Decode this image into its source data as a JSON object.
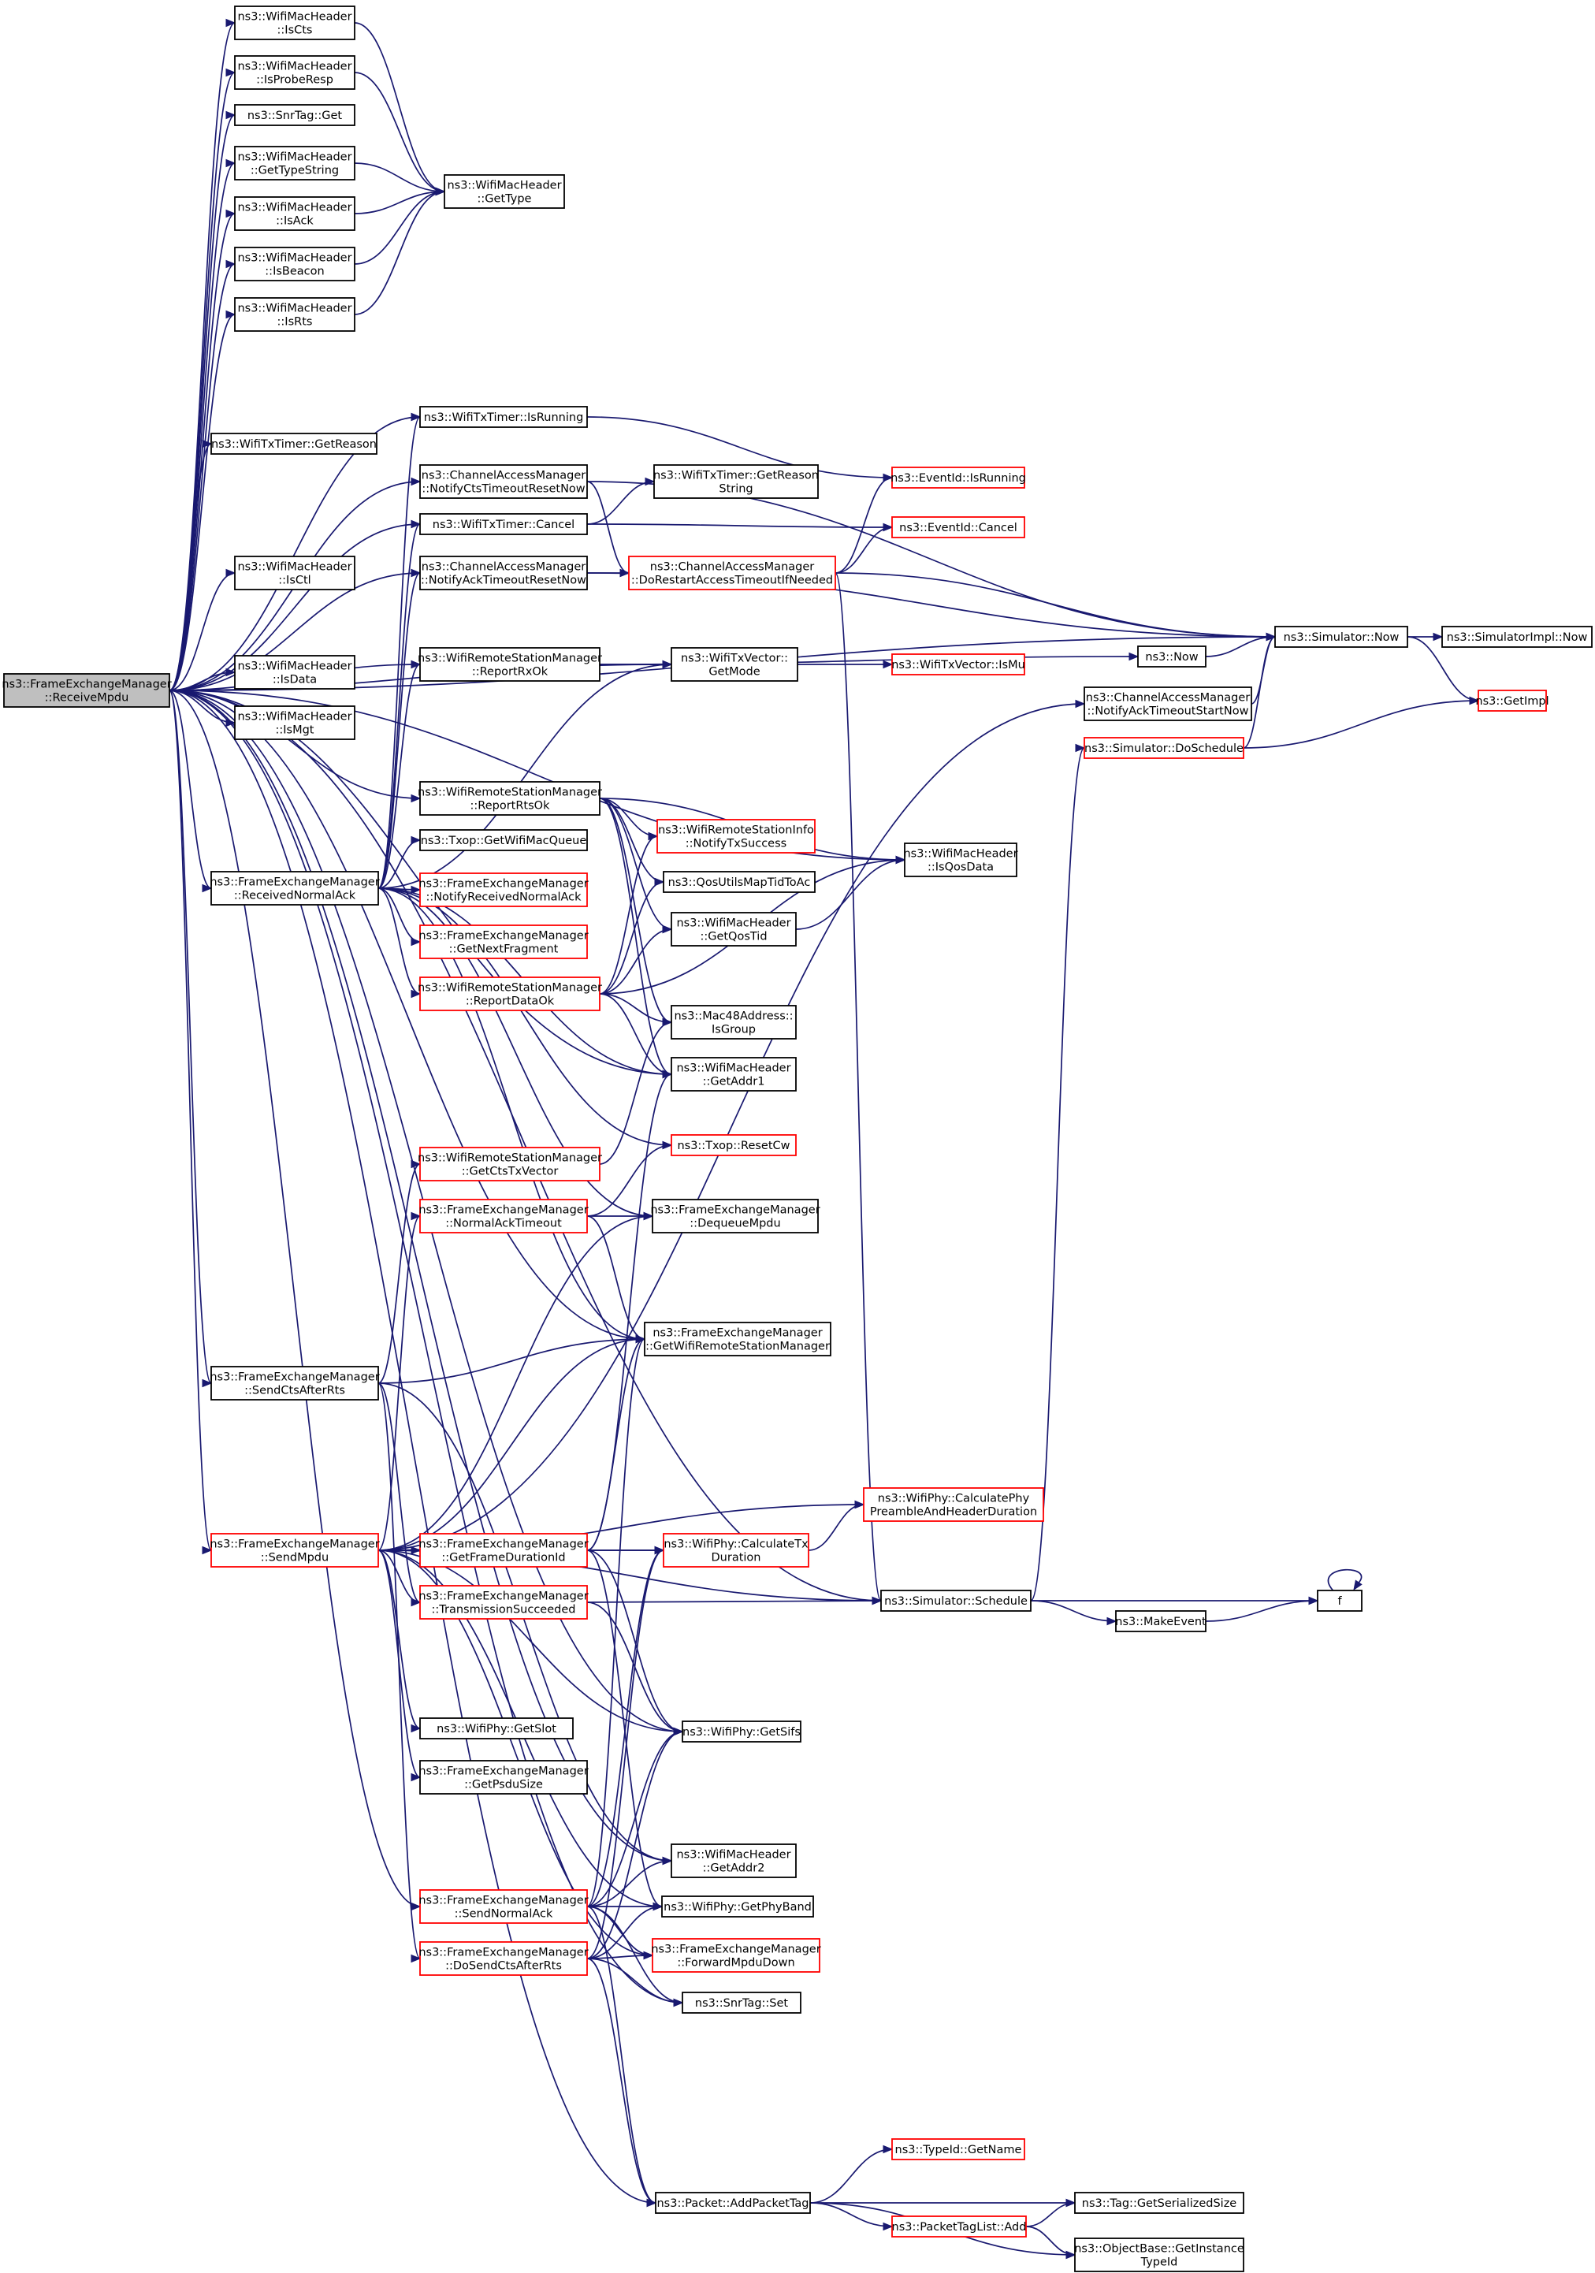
{
  "nodes": [
    {
      "id": "root",
      "lines": [
        "ns3::FrameExchangeManager",
        "::ReceiveMpdu"
      ],
      "style": "root"
    },
    {
      "id": "isCts",
      "lines": [
        "ns3::WifiMacHeader",
        "::IsCts"
      ]
    },
    {
      "id": "isProbeResp",
      "lines": [
        "ns3::WifiMacHeader",
        "::IsProbeResp"
      ]
    },
    {
      "id": "snrGet",
      "lines": [
        "ns3::SnrTag::Get"
      ]
    },
    {
      "id": "getTypeString",
      "lines": [
        "ns3::WifiMacHeader",
        "::GetTypeString"
      ]
    },
    {
      "id": "isAck",
      "lines": [
        "ns3::WifiMacHeader",
        "::IsAck"
      ]
    },
    {
      "id": "isBeacon",
      "lines": [
        "ns3::WifiMacHeader",
        "::IsBeacon"
      ]
    },
    {
      "id": "isRts",
      "lines": [
        "ns3::WifiMacHeader",
        "::IsRts"
      ]
    },
    {
      "id": "getType",
      "lines": [
        "ns3::WifiMacHeader",
        "::GetType"
      ]
    },
    {
      "id": "timerIsRunning",
      "lines": [
        "ns3::WifiTxTimer::IsRunning"
      ]
    },
    {
      "id": "timerGetReason",
      "lines": [
        "ns3::WifiTxTimer::GetReason"
      ]
    },
    {
      "id": "notifyCtsReset",
      "lines": [
        "ns3::ChannelAccessManager",
        "::NotifyCtsTimeoutResetNow"
      ]
    },
    {
      "id": "eventIsRunning",
      "lines": [
        "ns3::EventId::IsRunning"
      ],
      "style": "red"
    },
    {
      "id": "timerGetReasonString",
      "lines": [
        "ns3::WifiTxTimer::GetReason",
        "String"
      ]
    },
    {
      "id": "timerCancel",
      "lines": [
        "ns3::WifiTxTimer::Cancel"
      ]
    },
    {
      "id": "eventCancel",
      "lines": [
        "ns3::EventId::Cancel"
      ],
      "style": "red"
    },
    {
      "id": "isCtl",
      "lines": [
        "ns3::WifiMacHeader",
        "::IsCtl"
      ]
    },
    {
      "id": "notifyAckReset",
      "lines": [
        "ns3::ChannelAccessManager",
        "::NotifyAckTimeoutResetNow"
      ]
    },
    {
      "id": "doRestart",
      "lines": [
        "ns3::ChannelAccessManager",
        "::DoRestartAccessTimeoutIfNeeded"
      ],
      "style": "red"
    },
    {
      "id": "simNow",
      "lines": [
        "ns3::Simulator::Now"
      ]
    },
    {
      "id": "simImplNow",
      "lines": [
        "ns3::SimulatorImpl::Now"
      ]
    },
    {
      "id": "isData",
      "lines": [
        "ns3::WifiMacHeader",
        "::IsData"
      ]
    },
    {
      "id": "reportRxOk",
      "lines": [
        "ns3::WifiRemoteStationManager",
        "::ReportRxOk"
      ]
    },
    {
      "id": "getMode",
      "lines": [
        "ns3::WifiTxVector::",
        "GetMode"
      ]
    },
    {
      "id": "isMu",
      "lines": [
        "ns3::WifiTxVector::IsMu"
      ],
      "style": "red"
    },
    {
      "id": "ns3Now",
      "lines": [
        "ns3::Now"
      ]
    },
    {
      "id": "notifyAckStart",
      "lines": [
        "ns3::ChannelAccessManager",
        "::NotifyAckTimeoutStartNow"
      ]
    },
    {
      "id": "getImpl",
      "lines": [
        "ns3::GetImpl"
      ],
      "style": "red"
    },
    {
      "id": "isMgt",
      "lines": [
        "ns3::WifiMacHeader",
        "::IsMgt"
      ]
    },
    {
      "id": "doSchedule",
      "lines": [
        "ns3::Simulator::DoSchedule"
      ],
      "style": "red"
    },
    {
      "id": "reportRtsOk",
      "lines": [
        "ns3::WifiRemoteStationManager",
        "::ReportRtsOk"
      ]
    },
    {
      "id": "notifyTxSuccess",
      "lines": [
        "ns3::WifiRemoteStationInfo",
        "::NotifyTxSuccess"
      ],
      "style": "red"
    },
    {
      "id": "getWifiMacQueue",
      "lines": [
        "ns3::Txop::GetWifiMacQueue"
      ]
    },
    {
      "id": "isQosData",
      "lines": [
        "ns3::WifiMacHeader",
        "::IsQosData"
      ]
    },
    {
      "id": "qosUtils",
      "lines": [
        "ns3::QosUtilsMapTidToAc"
      ]
    },
    {
      "id": "receivedNormalAck",
      "lines": [
        "ns3::FrameExchangeManager",
        "::ReceivedNormalAck"
      ]
    },
    {
      "id": "notifyReceivedNormalAck",
      "lines": [
        "ns3::FrameExchangeManager",
        "::NotifyReceivedNormalAck"
      ],
      "style": "red"
    },
    {
      "id": "getQosTid",
      "lines": [
        "ns3::WifiMacHeader",
        "::GetQosTid"
      ]
    },
    {
      "id": "getNextFragment",
      "lines": [
        "ns3::FrameExchangeManager",
        "::GetNextFragment"
      ],
      "style": "red"
    },
    {
      "id": "reportDataOk",
      "lines": [
        "ns3::WifiRemoteStationManager",
        "::ReportDataOk"
      ],
      "style": "red"
    },
    {
      "id": "macIsGroup",
      "lines": [
        "ns3::Mac48Address::",
        "IsGroup"
      ]
    },
    {
      "id": "getAddr1",
      "lines": [
        "ns3::WifiMacHeader",
        "::GetAddr1"
      ]
    },
    {
      "id": "resetCw",
      "lines": [
        "ns3::Txop::ResetCw"
      ],
      "style": "red"
    },
    {
      "id": "getCtsTxVector",
      "lines": [
        "ns3::WifiRemoteStationManager",
        "::GetCtsTxVector"
      ],
      "style": "red"
    },
    {
      "id": "normalAckTimeout",
      "lines": [
        "ns3::FrameExchangeManager",
        "::NormalAckTimeout"
      ],
      "style": "red"
    },
    {
      "id": "dequeueMpdu",
      "lines": [
        "ns3::FrameExchangeManager",
        "::DequeueMpdu"
      ]
    },
    {
      "id": "getWifiRsm",
      "lines": [
        "ns3::FrameExchangeManager",
        "::GetWifiRemoteStationManager"
      ]
    },
    {
      "id": "sendCtsAfterRts",
      "lines": [
        "ns3::FrameExchangeManager",
        "::SendCtsAfterRts"
      ]
    },
    {
      "id": "calcPreamble",
      "lines": [
        "ns3::WifiPhy::CalculatePhy",
        "PreambleAndHeaderDuration"
      ],
      "style": "red"
    },
    {
      "id": "sendMpdu",
      "lines": [
        "ns3::FrameExchangeManager",
        "::SendMpdu"
      ],
      "style": "red"
    },
    {
      "id": "getFrameDurationId",
      "lines": [
        "ns3::FrameExchangeManager",
        "::GetFrameDurationId"
      ],
      "style": "red"
    },
    {
      "id": "calcTxDuration",
      "lines": [
        "ns3::WifiPhy::CalculateTx",
        "Duration"
      ],
      "style": "red"
    },
    {
      "id": "transmissionSucceeded",
      "lines": [
        "ns3::FrameExchangeManager",
        "::TransmissionSucceeded"
      ],
      "style": "red"
    },
    {
      "id": "simSchedule",
      "lines": [
        "ns3::Simulator::Schedule"
      ]
    },
    {
      "id": "f",
      "lines": [
        "f"
      ]
    },
    {
      "id": "makeEvent",
      "lines": [
        "ns3::MakeEvent"
      ]
    },
    {
      "id": "getSlot",
      "lines": [
        "ns3::WifiPhy::GetSlot"
      ]
    },
    {
      "id": "getSifs",
      "lines": [
        "ns3::WifiPhy::GetSifs"
      ]
    },
    {
      "id": "getPsduSize",
      "lines": [
        "ns3::FrameExchangeManager",
        "::GetPsduSize"
      ]
    },
    {
      "id": "getAddr2",
      "lines": [
        "ns3::WifiMacHeader",
        "::GetAddr2"
      ]
    },
    {
      "id": "sendNormalAck",
      "lines": [
        "ns3::FrameExchangeManager",
        "::SendNormalAck"
      ],
      "style": "red"
    },
    {
      "id": "getPhyBand",
      "lines": [
        "ns3::WifiPhy::GetPhyBand"
      ]
    },
    {
      "id": "doSendCtsAfterRts",
      "lines": [
        "ns3::FrameExchangeManager",
        "::DoSendCtsAfterRts"
      ],
      "style": "red"
    },
    {
      "id": "forwardMpduDown",
      "lines": [
        "ns3::FrameExchangeManager",
        "::ForwardMpduDown"
      ],
      "style": "red"
    },
    {
      "id": "snrSet",
      "lines": [
        "ns3::SnrTag::Set"
      ]
    },
    {
      "id": "typeIdGetName",
      "lines": [
        "ns3::TypeId::GetName"
      ],
      "style": "red"
    },
    {
      "id": "addPacketTag",
      "lines": [
        "ns3::Packet::AddPacketTag"
      ]
    },
    {
      "id": "tagGetSerializedSize",
      "lines": [
        "ns3::Tag::GetSerializedSize"
      ]
    },
    {
      "id": "packetTagListAdd",
      "lines": [
        "ns3::PacketTagList::Add"
      ],
      "style": "red"
    },
    {
      "id": "getInstanceTypeId",
      "lines": [
        "ns3::ObjectBase::GetInstance",
        "TypeId"
      ]
    }
  ],
  "edges": [
    [
      "root",
      "isCts"
    ],
    [
      "root",
      "isProbeResp"
    ],
    [
      "root",
      "snrGet"
    ],
    [
      "root",
      "getTypeString"
    ],
    [
      "root",
      "isAck"
    ],
    [
      "root",
      "isBeacon"
    ],
    [
      "root",
      "isRts"
    ],
    [
      "root",
      "simNow"
    ],
    [
      "root",
      "timerIsRunning"
    ],
    [
      "root",
      "timerGetReason"
    ],
    [
      "root",
      "notifyCtsReset"
    ],
    [
      "root",
      "timerCancel"
    ],
    [
      "root",
      "isCtl"
    ],
    [
      "root",
      "notifyAckReset"
    ],
    [
      "root",
      "isData"
    ],
    [
      "root",
      "getMode"
    ],
    [
      "root",
      "reportRxOk"
    ],
    [
      "root",
      "isMgt"
    ],
    [
      "root",
      "isQosData"
    ],
    [
      "root",
      "reportRtsOk"
    ],
    [
      "root",
      "receivedNormalAck"
    ],
    [
      "root",
      "getAddr1"
    ],
    [
      "root",
      "getWifiRsm"
    ],
    [
      "root",
      "sendCtsAfterRts"
    ],
    [
      "root",
      "sendMpdu"
    ],
    [
      "root",
      "getSifs"
    ],
    [
      "root",
      "getAddr2"
    ],
    [
      "root",
      "sendNormalAck"
    ],
    [
      "root",
      "snrSet"
    ],
    [
      "root",
      "simSchedule"
    ],
    [
      "root",
      "addPacketTag"
    ],
    [
      "isCts",
      "getType"
    ],
    [
      "isProbeResp",
      "getType"
    ],
    [
      "getTypeString",
      "getType"
    ],
    [
      "isAck",
      "getType"
    ],
    [
      "isBeacon",
      "getType"
    ],
    [
      "isRts",
      "getType"
    ],
    [
      "timerIsRunning",
      "eventIsRunning"
    ],
    [
      "notifyCtsReset",
      "simNow"
    ],
    [
      "notifyCtsReset",
      "doRestart"
    ],
    [
      "timerCancel",
      "timerGetReasonString"
    ],
    [
      "timerCancel",
      "eventCancel"
    ],
    [
      "notifyAckReset",
      "doRestart"
    ],
    [
      "notifyAckReset",
      "simNow"
    ],
    [
      "doRestart",
      "eventIsRunning"
    ],
    [
      "doRestart",
      "eventCancel"
    ],
    [
      "doRestart",
      "simNow"
    ],
    [
      "doRestart",
      "simSchedule"
    ],
    [
      "simNow",
      "simImplNow"
    ],
    [
      "simNow",
      "getImpl"
    ],
    [
      "reportRxOk",
      "getMode"
    ],
    [
      "reportRxOk",
      "ns3Now"
    ],
    [
      "getMode",
      "isMu"
    ],
    [
      "ns3Now",
      "simNow"
    ],
    [
      "notifyAckStart",
      "simNow"
    ],
    [
      "doSchedule",
      "simNow"
    ],
    [
      "doSchedule",
      "getImpl"
    ],
    [
      "reportRtsOk",
      "isQosData"
    ],
    [
      "reportRtsOk",
      "notifyTxSuccess"
    ],
    [
      "reportRtsOk",
      "qosUtils"
    ],
    [
      "reportRtsOk",
      "getQosTid"
    ],
    [
      "reportRtsOk",
      "macIsGroup"
    ],
    [
      "reportRtsOk",
      "getAddr1"
    ],
    [
      "receivedNormalAck",
      "getWifiMacQueue"
    ],
    [
      "receivedNormalAck",
      "notifyReceivedNormalAck"
    ],
    [
      "receivedNormalAck",
      "getNextFragment"
    ],
    [
      "receivedNormalAck",
      "reportDataOk"
    ],
    [
      "receivedNormalAck",
      "getMode"
    ],
    [
      "receivedNormalAck",
      "reportRxOk"
    ],
    [
      "receivedNormalAck",
      "timerIsRunning"
    ],
    [
      "receivedNormalAck",
      "notifyAckReset"
    ],
    [
      "receivedNormalAck",
      "timerCancel"
    ],
    [
      "receivedNormalAck",
      "getAddr1"
    ],
    [
      "receivedNormalAck",
      "resetCw"
    ],
    [
      "receivedNormalAck",
      "dequeueMpdu"
    ],
    [
      "receivedNormalAck",
      "getWifiRsm"
    ],
    [
      "getQosTid",
      "isQosData"
    ],
    [
      "reportDataOk",
      "isQosData"
    ],
    [
      "reportDataOk",
      "notifyTxSuccess"
    ],
    [
      "reportDataOk",
      "qosUtils"
    ],
    [
      "reportDataOk",
      "getQosTid"
    ],
    [
      "reportDataOk",
      "macIsGroup"
    ],
    [
      "reportDataOk",
      "getAddr1"
    ],
    [
      "getCtsTxVector",
      "macIsGroup"
    ],
    [
      "normalAckTimeout",
      "resetCw"
    ],
    [
      "normalAckTimeout",
      "dequeueMpdu"
    ],
    [
      "normalAckTimeout",
      "getWifiRsm"
    ],
    [
      "sendCtsAfterRts",
      "getWifiRsm"
    ],
    [
      "sendCtsAfterRts",
      "getCtsTxVector"
    ],
    [
      "sendCtsAfterRts",
      "transmissionSucceeded"
    ],
    [
      "sendCtsAfterRts",
      "doSendCtsAfterRts"
    ],
    [
      "sendCtsAfterRts",
      "getAddr2"
    ],
    [
      "sendMpdu",
      "normalAckTimeout"
    ],
    [
      "sendMpdu",
      "dequeueMpdu"
    ],
    [
      "sendMpdu",
      "getWifiRsm"
    ],
    [
      "sendMpdu",
      "notifyAckStart"
    ],
    [
      "sendMpdu",
      "calcPreamble"
    ],
    [
      "sendMpdu",
      "calcTxDuration"
    ],
    [
      "sendMpdu",
      "getFrameDurationId"
    ],
    [
      "sendMpdu",
      "transmissionSucceeded"
    ],
    [
      "sendMpdu",
      "getSlot"
    ],
    [
      "sendMpdu",
      "getSifs"
    ],
    [
      "sendMpdu",
      "getPsduSize"
    ],
    [
      "sendMpdu",
      "getPhyBand"
    ],
    [
      "sendMpdu",
      "forwardMpduDown"
    ],
    [
      "sendMpdu",
      "simSchedule"
    ],
    [
      "getFrameDurationId",
      "getAddr1"
    ],
    [
      "getFrameDurationId",
      "getWifiRsm"
    ],
    [
      "getFrameDurationId",
      "calcTxDuration"
    ],
    [
      "getFrameDurationId",
      "getSifs"
    ],
    [
      "getFrameDurationId",
      "getPhyBand"
    ],
    [
      "calcTxDuration",
      "calcPreamble"
    ],
    [
      "transmissionSucceeded",
      "simSchedule"
    ],
    [
      "transmissionSucceeded",
      "getSifs"
    ],
    [
      "simSchedule",
      "f"
    ],
    [
      "simSchedule",
      "makeEvent"
    ],
    [
      "simSchedule",
      "doSchedule"
    ],
    [
      "makeEvent",
      "f"
    ],
    [
      "f",
      "f"
    ],
    [
      "sendNormalAck",
      "getWifiRsm"
    ],
    [
      "sendNormalAck",
      "calcTxDuration"
    ],
    [
      "sendNormalAck",
      "getSifs"
    ],
    [
      "sendNormalAck",
      "getAddr2"
    ],
    [
      "sendNormalAck",
      "getPhyBand"
    ],
    [
      "sendNormalAck",
      "forwardMpduDown"
    ],
    [
      "sendNormalAck",
      "snrSet"
    ],
    [
      "sendNormalAck",
      "addPacketTag"
    ],
    [
      "doSendCtsAfterRts",
      "calcTxDuration"
    ],
    [
      "doSendCtsAfterRts",
      "getSifs"
    ],
    [
      "doSendCtsAfterRts",
      "getPhyBand"
    ],
    [
      "doSendCtsAfterRts",
      "forwardMpduDown"
    ],
    [
      "doSendCtsAfterRts",
      "snrSet"
    ],
    [
      "doSendCtsAfterRts",
      "addPacketTag"
    ],
    [
      "addPacketTag",
      "typeIdGetName"
    ],
    [
      "addPacketTag",
      "tagGetSerializedSize"
    ],
    [
      "addPacketTag",
      "packetTagListAdd"
    ],
    [
      "addPacketTag",
      "getInstanceTypeId"
    ],
    [
      "packetTagListAdd",
      "tagGetSerializedSize"
    ],
    [
      "packetTagListAdd",
      "getInstanceTypeId"
    ]
  ],
  "colors": {
    "edge": "#191970",
    "node_border": "#000000",
    "node_border_red": "#ff0000",
    "root_fill": "#bfbfbf"
  }
}
